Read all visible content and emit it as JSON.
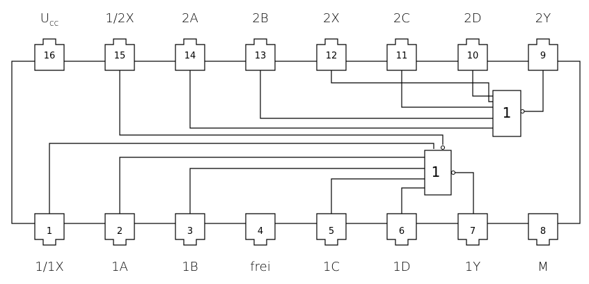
{
  "ic": {
    "top_pins": [
      {
        "number": "16",
        "label": "U",
        "label_sub": "cc"
      },
      {
        "number": "15",
        "label": "1/2X"
      },
      {
        "number": "14",
        "label": "2A"
      },
      {
        "number": "13",
        "label": "2B"
      },
      {
        "number": "12",
        "label": "2X"
      },
      {
        "number": "11",
        "label": "2C"
      },
      {
        "number": "10",
        "label": "2D"
      },
      {
        "number": "9",
        "label": "2Y"
      }
    ],
    "bottom_pins": [
      {
        "number": "1",
        "label": "1/1X"
      },
      {
        "number": "2",
        "label": "1A"
      },
      {
        "number": "3",
        "label": "1B"
      },
      {
        "number": "4",
        "label": "frei"
      },
      {
        "number": "5",
        "label": "1C"
      },
      {
        "number": "6",
        "label": "1D"
      },
      {
        "number": "7",
        "label": "1Y"
      },
      {
        "number": "8",
        "label": "M"
      }
    ],
    "gates": [
      {
        "id": "upper",
        "label": "1"
      },
      {
        "id": "lower",
        "label": "1"
      }
    ]
  }
}
